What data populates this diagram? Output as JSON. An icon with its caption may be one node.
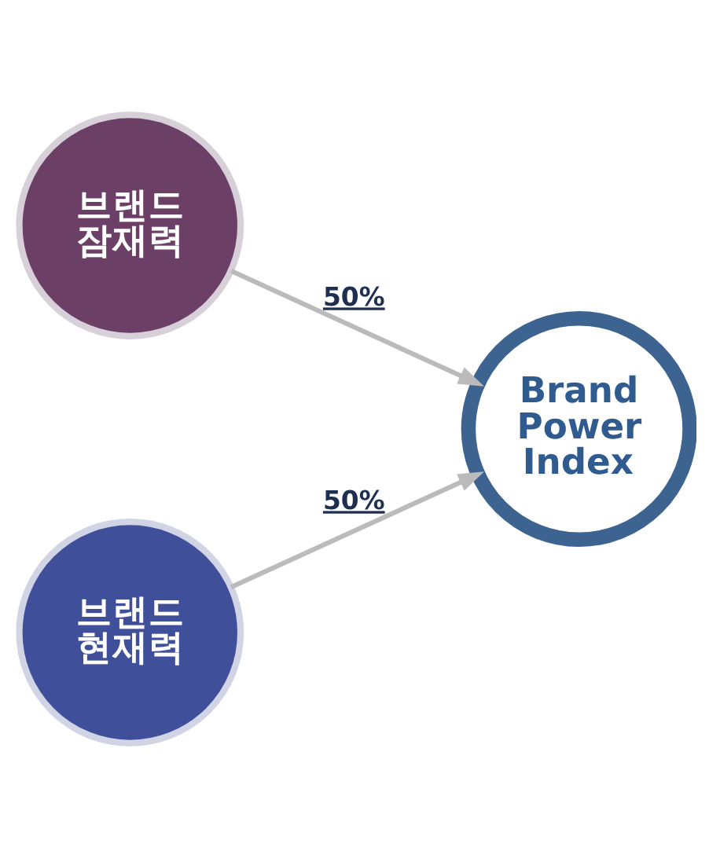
{
  "diagram": {
    "nodes": [
      {
        "text": [
          "브랜드 잠재력"
        ]
      },
      {
        "text": [
          "브랜드 현재력"
        ]
      },
      {
        "text": [
          "Brand Power Index"
        ]
      }
    ],
    "edges": [
      {
        "from": 0,
        "to": 2,
        "arrow": "to",
        "label": "50%"
      },
      {
        "from": 1,
        "to": 2,
        "arrow": "to",
        "label": "50%"
      }
    ]
  }
}
